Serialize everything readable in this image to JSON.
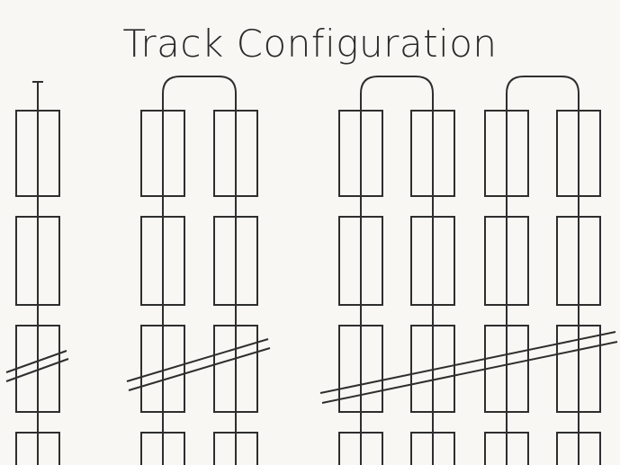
{
  "title": "Track Configuration",
  "colors": {
    "paper": "#f8f7f3",
    "ink": "#2e2e2e"
  },
  "diagrams": [
    {
      "id": "single-track",
      "tracks": 1,
      "loops": 0,
      "crossing_rail": true
    },
    {
      "id": "double-track",
      "tracks": 2,
      "loops": 1,
      "crossing_rail": true
    },
    {
      "id": "quad-track",
      "tracks": 4,
      "loops": 2,
      "crossing_rail": true
    }
  ]
}
